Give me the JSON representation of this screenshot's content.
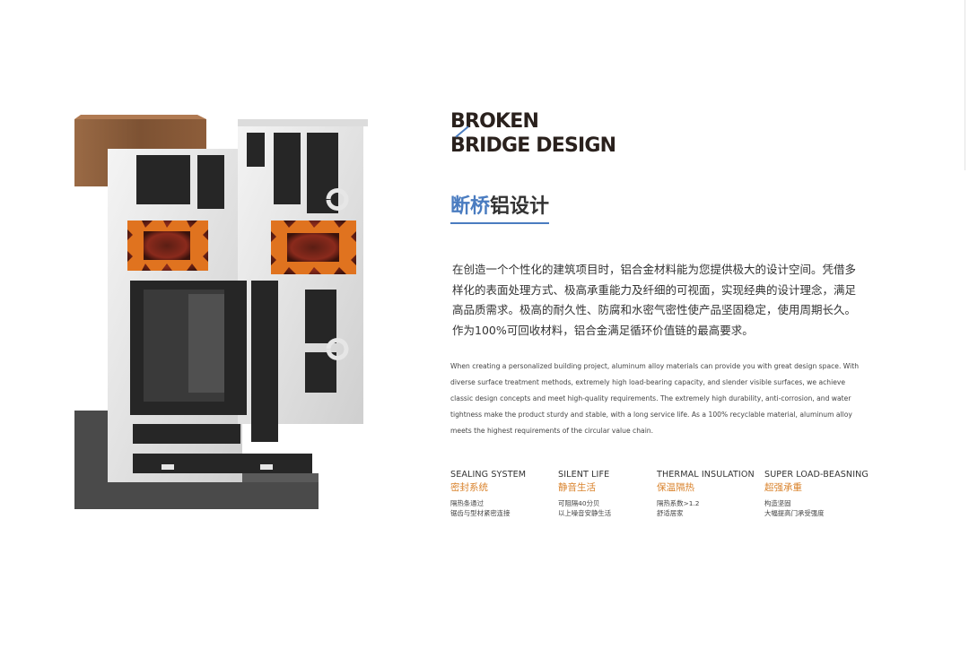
{
  "brand": {
    "line1": "BROKEN",
    "line2": "BRIDGE DESIGN",
    "accent_color": "#4a7cc0"
  },
  "cn_title": {
    "highlight": "断桥",
    "rest": "铝设计"
  },
  "cn_body": "在创造一个个性化的建筑项目时，铝合金材料能为您提供极大的设计空间。凭借多样化的表面处理方式、极高承重能力及纤细的可视面，实现经典的设计理念，满足高品质需求。极高的耐久性、防腐和水密气密性使产品坚固稳定，使用周期长久。作为100%可回收材料，铝合金满足循环价值链的最高要求。",
  "en_body": "When creating a personalized building project, aluminum alloy materials can provide you with great design space. With diverse surface treatment methods, extremely high load-bearing capacity, and slender visible surfaces, we achieve classic design concepts and meet high-quality requirements. The extremely high durability, anti-corrosion, and water tightness make the product sturdy and stable, with a long service life. As a 100% recyclable material, aluminum alloy meets the highest requirements of the circular value chain.",
  "features": [
    {
      "en": "SEALING SYSTEM",
      "cn": "密封系统",
      "d1": "隔热条通过",
      "d2": "锯齿与型材紧密连接"
    },
    {
      "en": "SILENT LIFE",
      "cn": "静音生活",
      "d1": "可阻隔40分贝",
      "d2": "以上噪音安静生活"
    },
    {
      "en": "THERMAL INSULATION",
      "cn": "保温隔热",
      "d1": "隔热系数>1.2",
      "d2": "舒适居家"
    },
    {
      "en": "SUPER LOAD-BEASNING",
      "cn": "超强承重",
      "d1": "构造坚固",
      "d2": "大幅提高门承受强度"
    }
  ],
  "colors": {
    "accent": "#4a7cc0",
    "feature_cn": "#d9822b",
    "wood": "#8a5a38",
    "aluminum": "#e6e6e6",
    "cavity": "#2a2a2a",
    "strip": "#e0731f"
  }
}
